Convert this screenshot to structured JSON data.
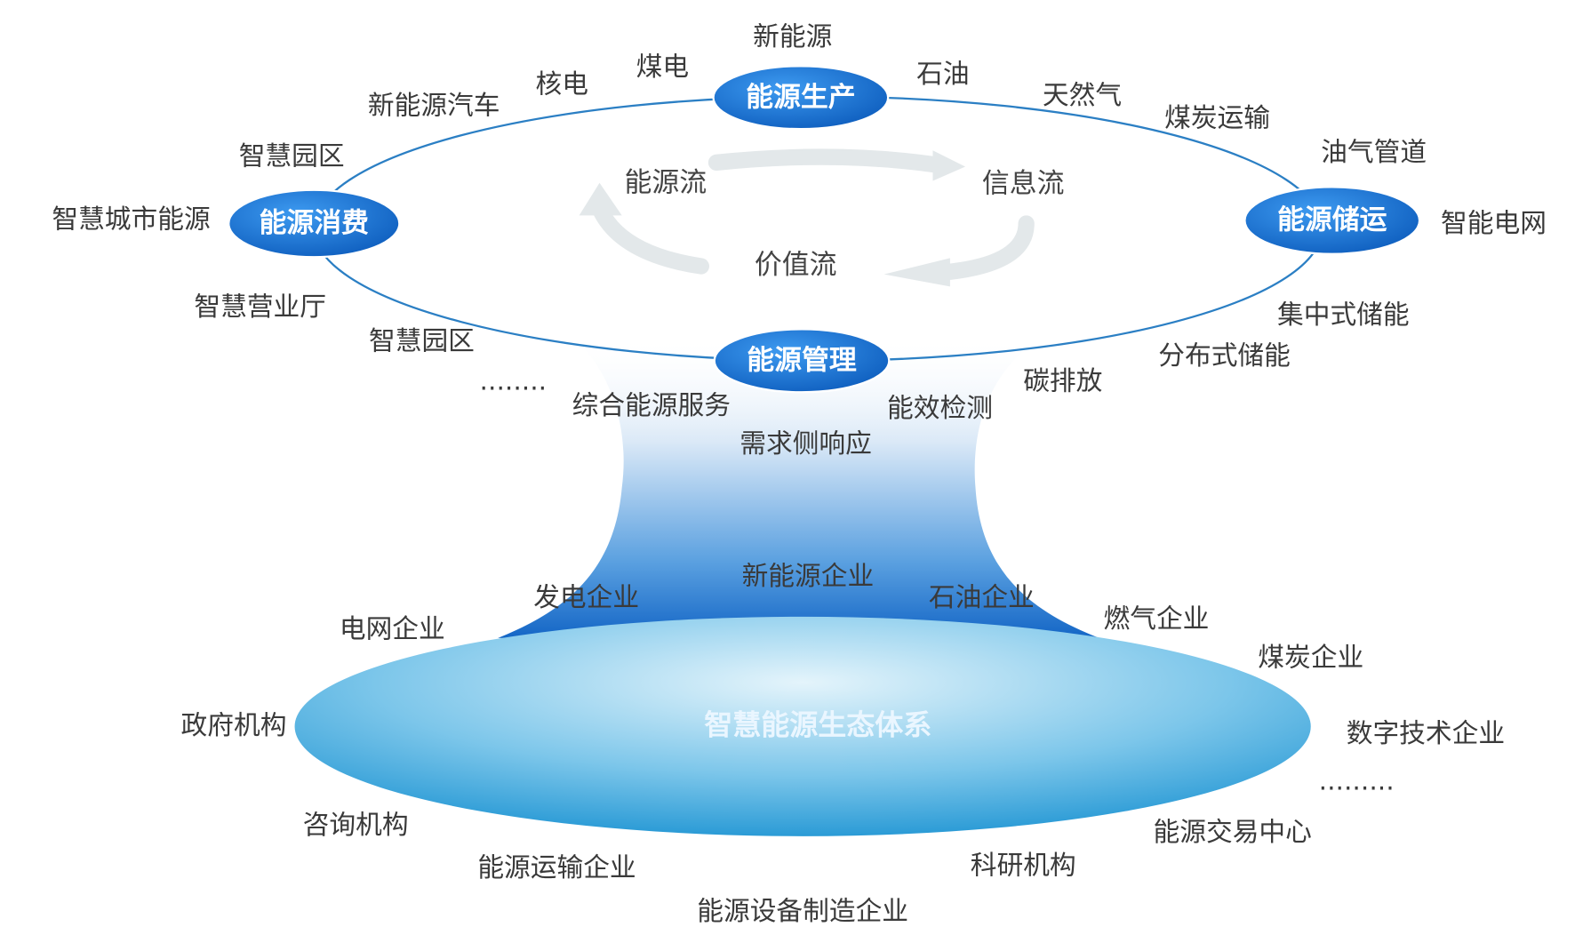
{
  "nodes": {
    "production": "能源生产",
    "consumption": "能源消费",
    "storage": "能源储运",
    "management": "能源管理"
  },
  "flows": {
    "energy": "能源流",
    "information": "信息流",
    "value": "价值流"
  },
  "production_items": [
    "新能源",
    "煤电",
    "核电",
    "新能源汽车",
    "石油",
    "天然气",
    "煤炭运输"
  ],
  "storage_items": [
    "油气管道",
    "智能电网",
    "集中式储能",
    "分布式储能"
  ],
  "consumption_items": [
    "智慧园区",
    "智慧城市能源",
    "智慧营业厅",
    "智慧园区"
  ],
  "management_items": [
    "........",
    "综合能源服务",
    "能效检测",
    "碳排放",
    "需求侧响应"
  ],
  "ecosystem": {
    "title": "智慧能源生态体系",
    "members": [
      "新能源企业",
      "发电企业",
      "石油企业",
      "燃气企业",
      "电网企业",
      "煤炭企业",
      "政府机构",
      "数字技术企业",
      ".........",
      "咨询机构",
      "能源交易中心",
      "科研机构",
      "能源运输企业",
      "能源设备制造企业"
    ]
  },
  "colors": {
    "node": "#1b74cf",
    "ring": "#2b7fc4",
    "text": "#3a3a3a"
  }
}
